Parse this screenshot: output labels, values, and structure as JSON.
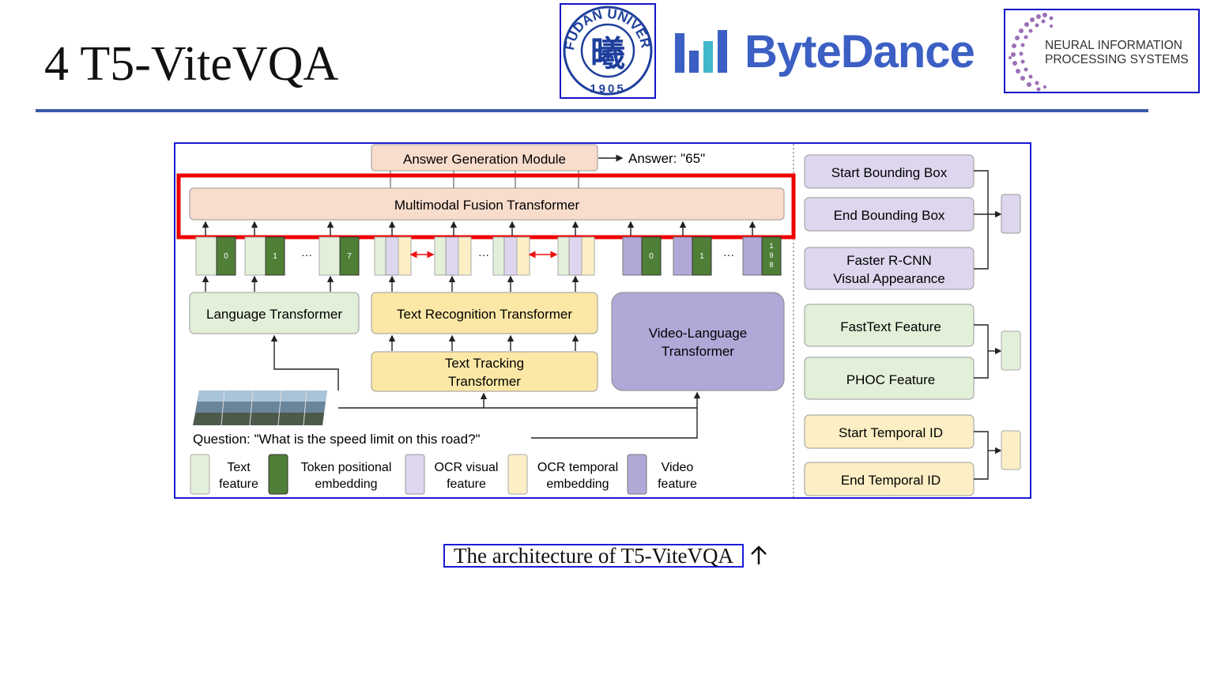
{
  "slide": {
    "title": "4 T5-ViteVQA",
    "caption": "The architecture of T5-ViteVQA"
  },
  "logos": {
    "fudan": {
      "ring_text": "FUDAN UNIVERSITY",
      "year": "1905",
      "glyph": "曦",
      "icon": "fudan-university-seal"
    },
    "bytedance": {
      "name": "ByteDance",
      "icon": "bytedance-bars-logo",
      "color": "#3c5fc4"
    },
    "neurips": {
      "line1": "NEURAL INFORMATION",
      "line2": "PROCESSING SYSTEMS",
      "icon": "neurips-dot-spiral-logo"
    }
  },
  "diagram": {
    "answer_module": "Answer Generation Module",
    "answer_output": "Answer: \"65\"",
    "fusion": "Multimodal Fusion Transformer",
    "language_transformer": "Language Transformer",
    "text_recognition": "Text Recognition Transformer",
    "text_tracking_1": "Text Tracking",
    "text_tracking_2": "Transformer",
    "video_language_1": "Video-Language",
    "video_language_2": "Transformer",
    "question": "Question: \"What is the speed limit on this road?\"",
    "token_labels": {
      "t0": "0",
      "t1": "1",
      "t7": "7",
      "v0": "0",
      "v1": "1",
      "v198a": "1",
      "v198b": "9",
      "v198c": "8"
    },
    "ellipsis": "···",
    "right_panel": {
      "start_bbox": "Start Bounding Box",
      "end_bbox": "End Bounding Box",
      "faster_rcnn_1": "Faster R-CNN",
      "faster_rcnn_2": "Visual Appearance",
      "fasttext": "FastText Feature",
      "phoc": "PHOC Feature",
      "start_temporal": "Start Temporal ID",
      "end_temporal": "End Temporal ID"
    },
    "legend": [
      {
        "line1": "Text",
        "line2": "feature",
        "color": "#e3f0d9"
      },
      {
        "line1": "Token positional",
        "line2": "embedding",
        "color": "#4f7f36"
      },
      {
        "line1": "OCR visual",
        "line2": "feature",
        "color": "#ddd6ee"
      },
      {
        "line1": "OCR temporal",
        "line2": "embedding",
        "color": "#fcefc5"
      },
      {
        "line1": "Video",
        "line2": "feature",
        "color": "#b1a8d8"
      }
    ]
  },
  "colors": {
    "highlight": "#ee0000",
    "frame": "#1a1ad6",
    "title_rule": "#3a5ba7",
    "peach": "#f8dccc",
    "green_light": "#e3f0d9",
    "green_dark": "#4f7f36",
    "yellow": "#fce8a6",
    "purple_light": "#ddd6ee",
    "purple_mid": "#b1a8d8"
  }
}
